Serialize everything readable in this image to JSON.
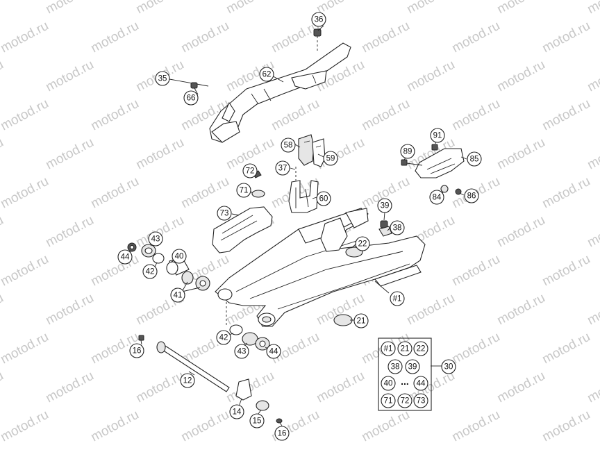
{
  "watermark": "motod.ru",
  "callouts": [
    {
      "id": "c36",
      "label": "36"
    },
    {
      "id": "c35",
      "label": "35"
    },
    {
      "id": "c62",
      "label": "62"
    },
    {
      "id": "c66",
      "label": "66"
    },
    {
      "id": "c58",
      "label": "58"
    },
    {
      "id": "c59",
      "label": "59"
    },
    {
      "id": "c91",
      "label": "91"
    },
    {
      "id": "c89",
      "label": "89"
    },
    {
      "id": "c85",
      "label": "85"
    },
    {
      "id": "c72",
      "label": "72"
    },
    {
      "id": "c37",
      "label": "37"
    },
    {
      "id": "c71",
      "label": "71"
    },
    {
      "id": "c60",
      "label": "60"
    },
    {
      "id": "c84",
      "label": "84"
    },
    {
      "id": "c86",
      "label": "86"
    },
    {
      "id": "c73",
      "label": "73"
    },
    {
      "id": "c39",
      "label": "39"
    },
    {
      "id": "c38",
      "label": "38"
    },
    {
      "id": "c43a",
      "label": "43"
    },
    {
      "id": "c44a",
      "label": "44"
    },
    {
      "id": "c40",
      "label": "40"
    },
    {
      "id": "c22",
      "label": "22"
    },
    {
      "id": "c42a",
      "label": "42"
    },
    {
      "id": "c41",
      "label": "41"
    },
    {
      "id": "c1",
      "label": "#1"
    },
    {
      "id": "c21",
      "label": "21"
    },
    {
      "id": "c42b",
      "label": "42"
    },
    {
      "id": "c43b",
      "label": "43"
    },
    {
      "id": "c44b",
      "label": "44"
    },
    {
      "id": "c16a",
      "label": "16"
    },
    {
      "id": "c12",
      "label": "12"
    },
    {
      "id": "c14",
      "label": "14"
    },
    {
      "id": "c15",
      "label": "15"
    },
    {
      "id": "c16b",
      "label": "16"
    },
    {
      "id": "c30",
      "label": "30"
    }
  ],
  "kit": {
    "items": [
      "#1",
      "21",
      "22",
      "38",
      "39",
      "40",
      "44",
      "71",
      "72",
      "73"
    ],
    "ellipsis": "..."
  }
}
